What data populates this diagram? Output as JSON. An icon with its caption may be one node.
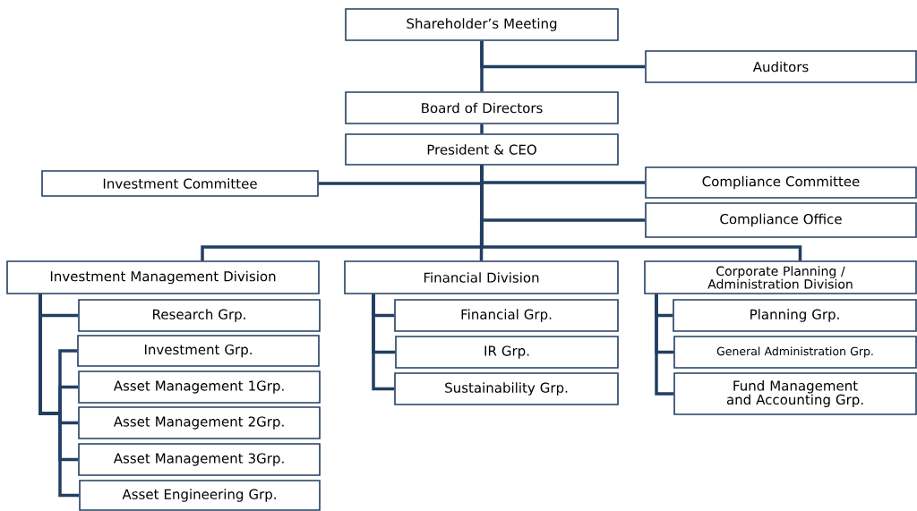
{
  "diagram": {
    "nodes": [
      {
        "text": [
          "Shareholder’s Meeting"
        ]
      },
      {
        "text": [
          "Auditors"
        ]
      },
      {
        "text": [
          "Board of Directors"
        ]
      },
      {
        "text": [
          "President & CEO"
        ]
      },
      {
        "text": [
          "Investment Committee"
        ]
      },
      {
        "text": [
          "Compliance Committee"
        ]
      },
      {
        "text": [
          "Compliance Office"
        ]
      },
      {
        "text": [
          "Investment Management Division"
        ]
      },
      {
        "text": [
          "Financial Division"
        ]
      },
      {
        "text": [
          "Corporate Planning / Administration Division"
        ]
      },
      {
        "text": [
          "Research Grp."
        ]
      },
      {
        "text": [
          "Investment Grp."
        ]
      },
      {
        "text": [
          "Asset Management 1Grp."
        ]
      },
      {
        "text": [
          "Asset Management 2Grp."
        ]
      },
      {
        "text": [
          "Asset Management 3Grp."
        ]
      },
      {
        "text": [
          "Asset Engineering Grp."
        ]
      },
      {
        "text": [
          "Financial Grp."
        ]
      },
      {
        "text": [
          "IR Grp."
        ]
      },
      {
        "text": [
          "Sustainability  Grp."
        ]
      },
      {
        "text": [
          "Planning Grp."
        ]
      },
      {
        "text": [
          "General Administration Grp."
        ]
      },
      {
        "text": [
          "Fund Management and Accounting Grp."
        ]
      }
    ],
    "edges": [
      {
        "from": 0,
        "to": 2,
        "arrow": "none"
      },
      {
        "from": 0,
        "to": 1,
        "arrow": "none"
      },
      {
        "from": 2,
        "to": 3,
        "arrow": "none"
      },
      {
        "from": 3,
        "to": 4,
        "arrow": "none"
      },
      {
        "from": 3,
        "to": 5,
        "arrow": "none"
      },
      {
        "from": 3,
        "to": 6,
        "arrow": "none"
      },
      {
        "from": 3,
        "to": 7,
        "arrow": "none"
      },
      {
        "from": 3,
        "to": 8,
        "arrow": "none"
      },
      {
        "from": 3,
        "to": 9,
        "arrow": "none"
      },
      {
        "from": 7,
        "to": 10,
        "arrow": "none"
      },
      {
        "from": 7,
        "to": 11,
        "arrow": "none"
      },
      {
        "from": 7,
        "to": 12,
        "arrow": "none"
      },
      {
        "from": 7,
        "to": 13,
        "arrow": "none"
      },
      {
        "from": 7,
        "to": 14,
        "arrow": "none"
      },
      {
        "from": 7,
        "to": 15,
        "arrow": "none"
      },
      {
        "from": 8,
        "to": 16,
        "arrow": "none"
      },
      {
        "from": 8,
        "to": 17,
        "arrow": "none"
      },
      {
        "from": 8,
        "to": 18,
        "arrow": "none"
      },
      {
        "from": 9,
        "to": 19,
        "arrow": "none"
      },
      {
        "from": 9,
        "to": 20,
        "arrow": "none"
      },
      {
        "from": 9,
        "to": 21,
        "arrow": "none"
      }
    ]
  }
}
